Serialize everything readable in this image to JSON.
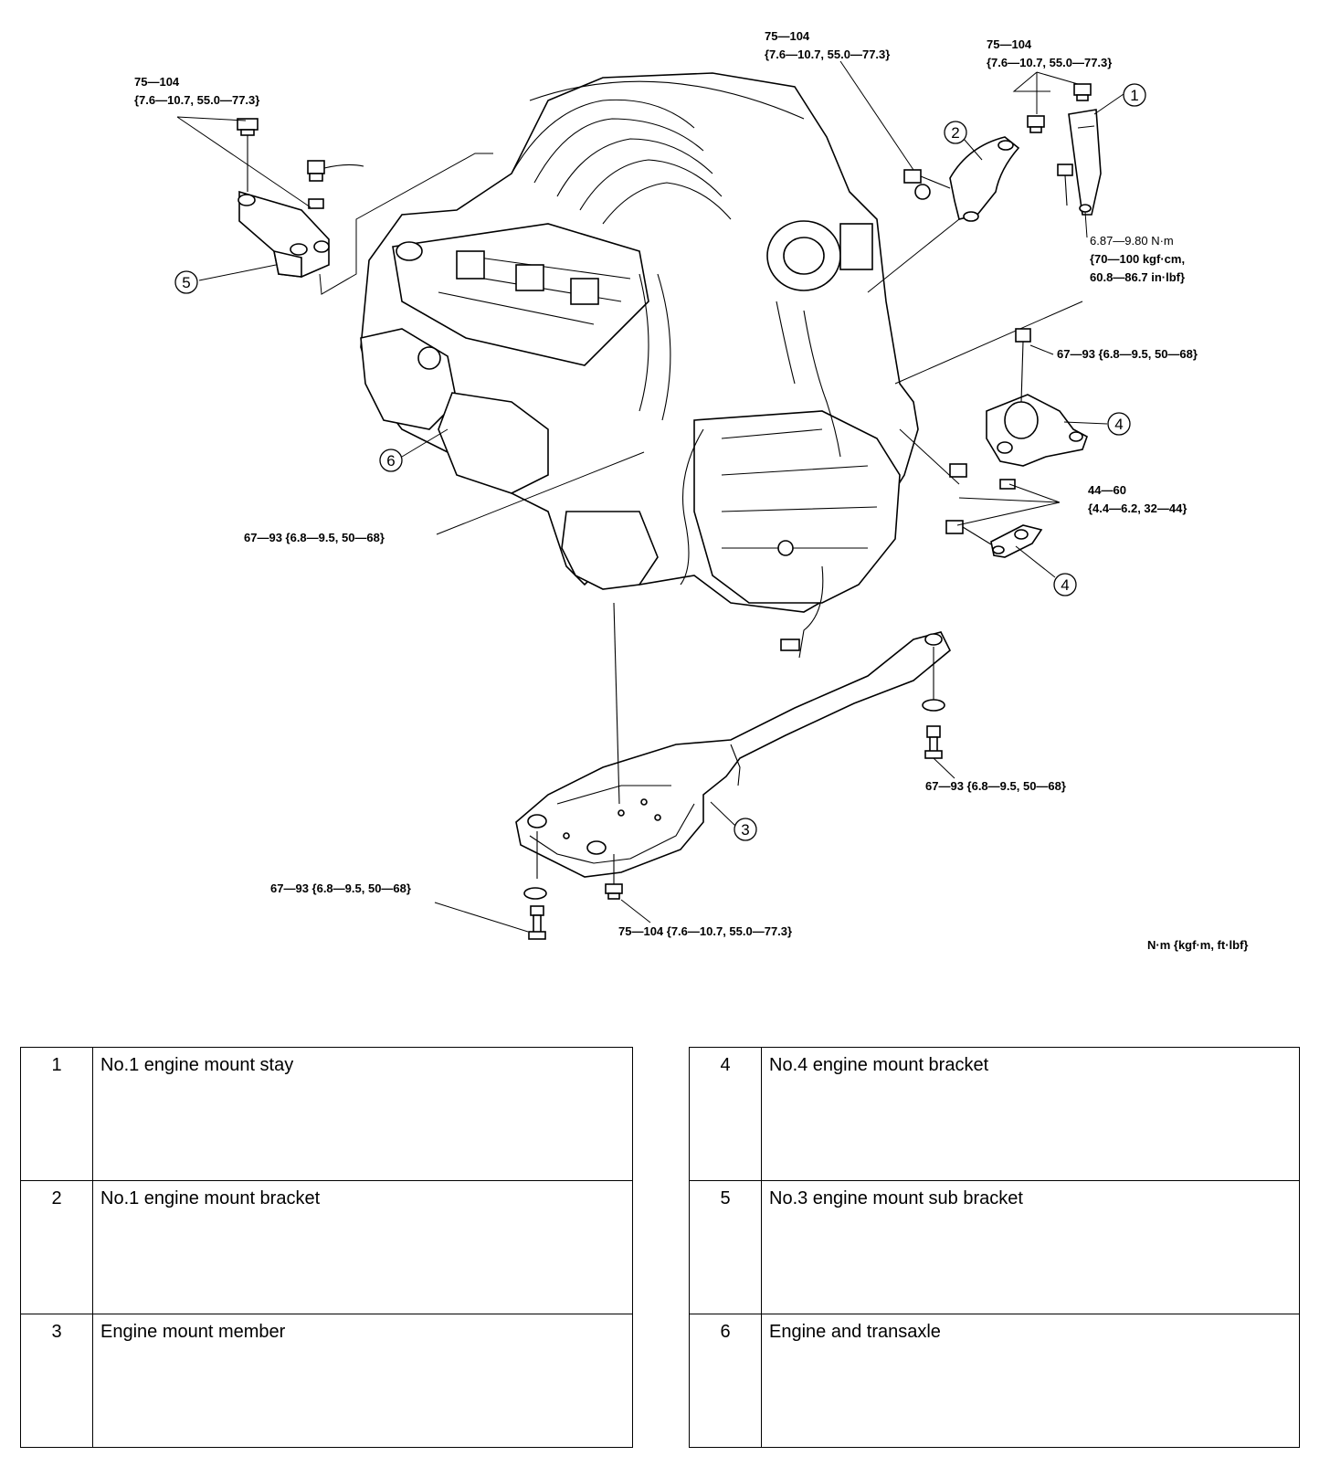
{
  "torque_labels": {
    "top_left_1": "75—104",
    "top_left_2": "{7.6—10.7, 55.0—77.3}",
    "top_center_1": "75—104",
    "top_center_2": "{7.6—10.7, 55.0—77.3}",
    "top_right_1": "75—104",
    "top_right_2": "{7.6—10.7, 55.0—77.3}",
    "stay_bolt_1": "6.87—9.80 N·m",
    "stay_bolt_2": "{70—100 kgf·cm,",
    "stay_bolt_3": "60.8—86.7 in·lbf}",
    "mount4_top": "67—93 {6.8—9.5, 50—68}",
    "mount4_bottom_1": "44—60",
    "mount4_bottom_2": "{4.4—6.2, 32—44}",
    "engine_left": "67—93 {6.8—9.5, 50—68}",
    "member_right": "67—93 {6.8—9.5, 50—68}",
    "member_left": "67—93 {6.8—9.5, 50—68}",
    "member_center": "75—104 {7.6—10.7, 55.0—77.3}",
    "units": "N·m {kgf·m, ft·lbf}"
  },
  "callouts": [
    "1",
    "2",
    "3",
    "4",
    "4",
    "5",
    "6"
  ],
  "legend": {
    "left": [
      {
        "num": "1",
        "desc": "No.1 engine mount stay"
      },
      {
        "num": "2",
        "desc": "No.1 engine mount bracket"
      },
      {
        "num": "3",
        "desc": "Engine mount member"
      }
    ],
    "right": [
      {
        "num": "4",
        "desc": "No.4 engine mount bracket"
      },
      {
        "num": "5",
        "desc": "No.3 engine mount sub bracket"
      },
      {
        "num": "6",
        "desc": "Engine and transaxle"
      }
    ]
  }
}
